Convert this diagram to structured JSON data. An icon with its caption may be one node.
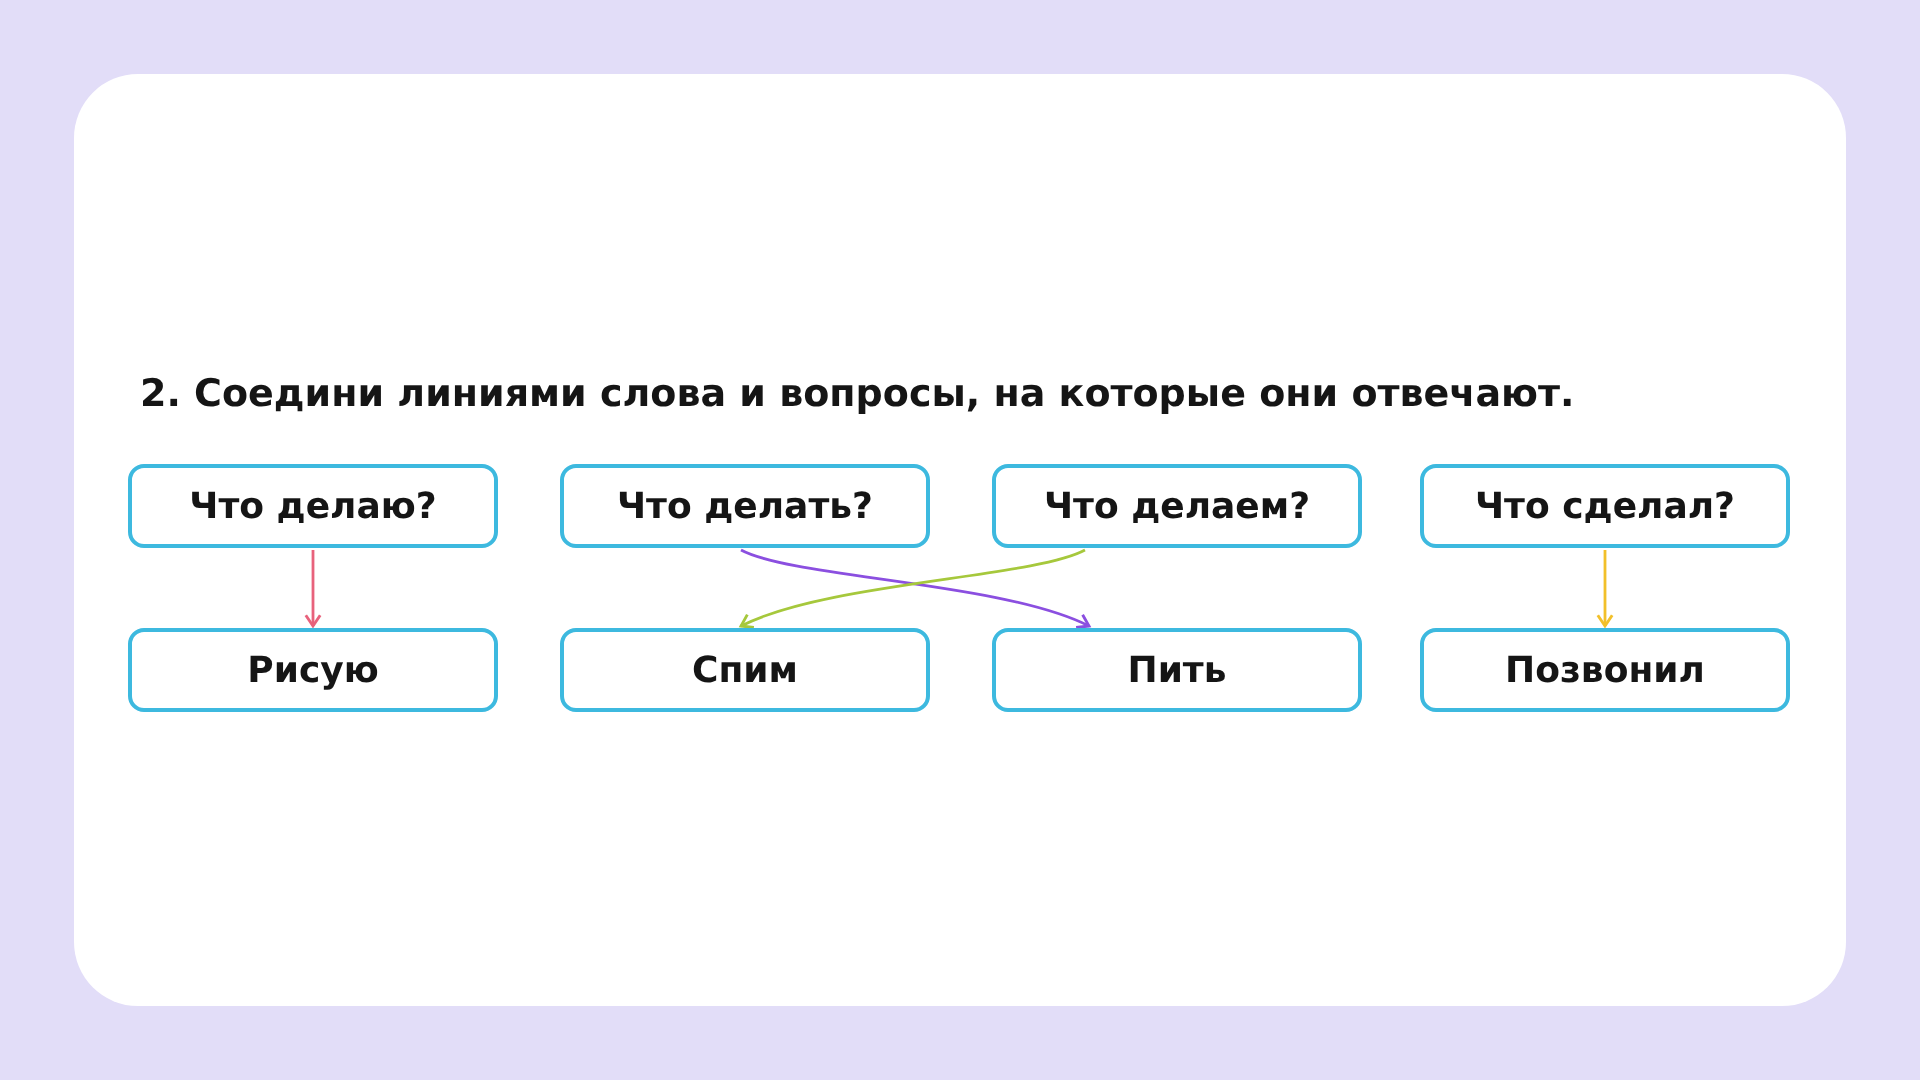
{
  "diagram": {
    "title": "2. Соедини линиями слова и вопросы, на которые они отвечают.",
    "nodes": [
      {
        "text": [
          "Что делаю?"
        ]
      },
      {
        "text": [
          "Что делать?"
        ]
      },
      {
        "text": [
          "Что делаем?"
        ]
      },
      {
        "text": [
          "Что сделал?"
        ]
      },
      {
        "text": [
          "Рисую"
        ]
      },
      {
        "text": [
          "Спим"
        ]
      },
      {
        "text": [
          "Пить"
        ]
      },
      {
        "text": [
          "Позвонил"
        ]
      }
    ],
    "edges": [
      {
        "from": 0,
        "to": 4,
        "arrow": "to",
        "color": "#e8627c"
      },
      {
        "from": 1,
        "to": 6,
        "arrow": "to",
        "color": "#8b4fe0"
      },
      {
        "from": 2,
        "to": 5,
        "arrow": "to",
        "color": "#a6c83c"
      },
      {
        "from": 3,
        "to": 7,
        "arrow": "to",
        "color": "#f2c02a"
      }
    ]
  }
}
